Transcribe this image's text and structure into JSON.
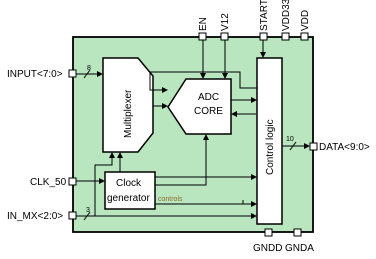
{
  "diagram": {
    "colors": {
      "chip_fill": "#b9e5bf",
      "block_fill": "#ffffff",
      "stroke": "#000000",
      "controls_text": "#8a6d2a"
    },
    "top_pins": [
      "EN",
      "V12",
      "START",
      "VDD33",
      "VDD"
    ],
    "bottom_pins": [
      "GNDD",
      "GNDA"
    ],
    "left_pins": [
      "INPUT<7:0>",
      "CLK_50",
      "IN_MX<2:0>"
    ],
    "right_pins": [
      "DATA<9:0>"
    ],
    "bus_widths": {
      "input": "8",
      "in_mx": "3",
      "data": "10"
    },
    "blocks": {
      "multiplexer": "Multiplexer",
      "adc_line1": "ADC",
      "adc_line2": "CORE",
      "control_logic": "Control logic",
      "clock_line1": "Clock",
      "clock_line2": "generator"
    },
    "controls_label": "controls"
  }
}
